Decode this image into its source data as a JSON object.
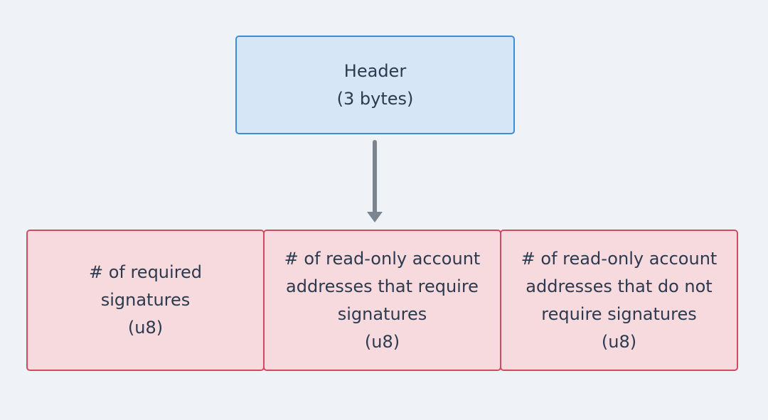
{
  "header": {
    "lines": [
      "Header",
      "(3 bytes)"
    ]
  },
  "fields": [
    {
      "lines": [
        "# of required",
        "signatures",
        "(u8)"
      ]
    },
    {
      "lines": [
        "# of read-only account",
        "addresses that require",
        "signatures",
        "(u8)"
      ]
    },
    {
      "lines": [
        "# of read-only account",
        "addresses that do not",
        "require signatures",
        "(u8)"
      ]
    }
  ],
  "colors": {
    "background": "#eff2f6",
    "header_fill": "#d6e6f7",
    "header_border": "#3e8dd6",
    "field_fill": "#f7dade",
    "field_border": "#d24a62",
    "arrow": "#7a8590",
    "text": "#2b3a4e"
  }
}
